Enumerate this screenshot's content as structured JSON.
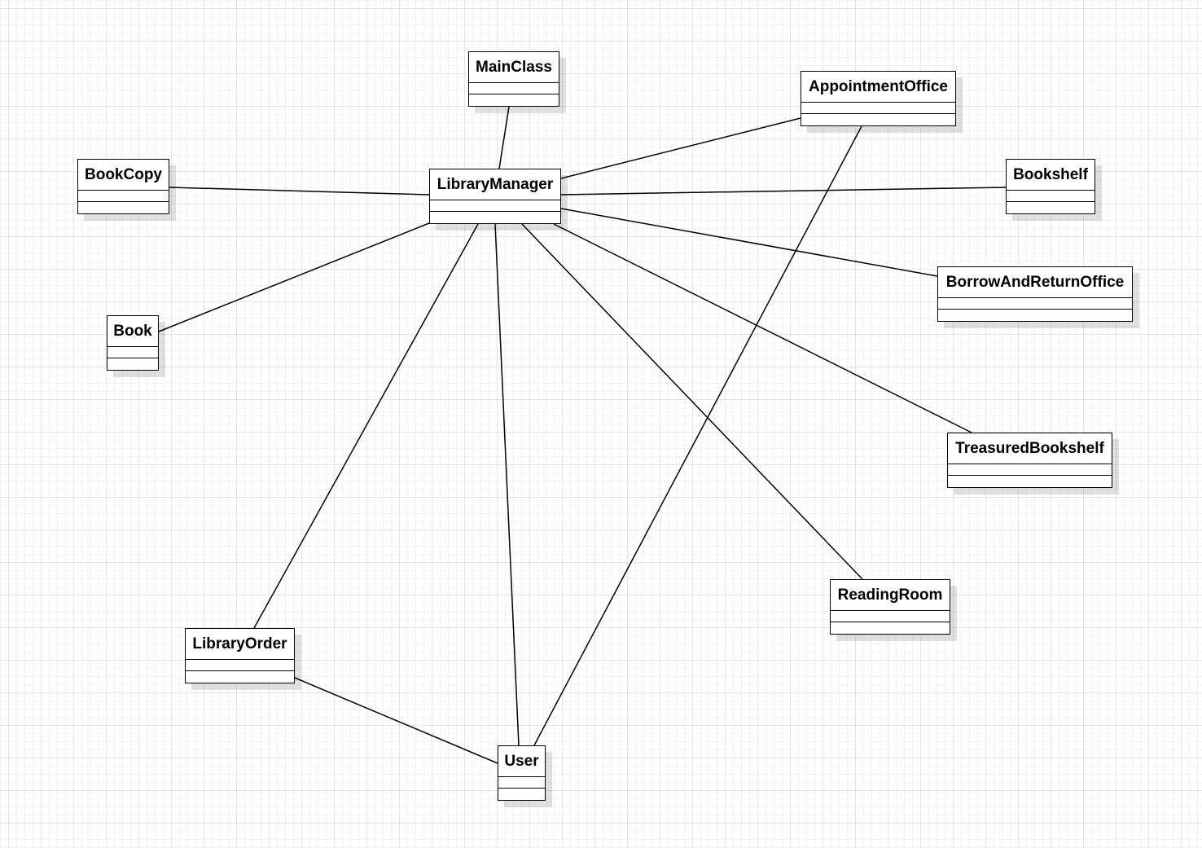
{
  "diagram": {
    "classes": {
      "mainclass": {
        "name": "MainClass"
      },
      "appointment_office": {
        "name": "AppointmentOffice"
      },
      "book_copy": {
        "name": "BookCopy"
      },
      "library_manager": {
        "name": "LibraryManager"
      },
      "bookshelf": {
        "name": "Bookshelf"
      },
      "borrow_and_return_office": {
        "name": "BorrowAndReturnOffice"
      },
      "book": {
        "name": "Book"
      },
      "treasured_bookshelf": {
        "name": "TreasuredBookshelf"
      },
      "reading_room": {
        "name": "ReadingRoom"
      },
      "library_order": {
        "name": "LibraryOrder"
      },
      "user": {
        "name": "User"
      }
    },
    "associations": [
      {
        "from": "MainClass",
        "to": "LibraryManager"
      },
      {
        "from": "LibraryManager",
        "to": "AppointmentOffice"
      },
      {
        "from": "LibraryManager",
        "to": "BookCopy"
      },
      {
        "from": "LibraryManager",
        "to": "Bookshelf"
      },
      {
        "from": "LibraryManager",
        "to": "BorrowAndReturnOffice"
      },
      {
        "from": "LibraryManager",
        "to": "Book"
      },
      {
        "from": "LibraryManager",
        "to": "TreasuredBookshelf"
      },
      {
        "from": "LibraryManager",
        "to": "ReadingRoom"
      },
      {
        "from": "LibraryManager",
        "to": "LibraryOrder"
      },
      {
        "from": "LibraryManager",
        "to": "User"
      },
      {
        "from": "AppointmentOffice",
        "to": "User"
      },
      {
        "from": "LibraryOrder",
        "to": "User"
      }
    ],
    "line_color": "#000000",
    "grid_color": "#e6e6e6"
  }
}
